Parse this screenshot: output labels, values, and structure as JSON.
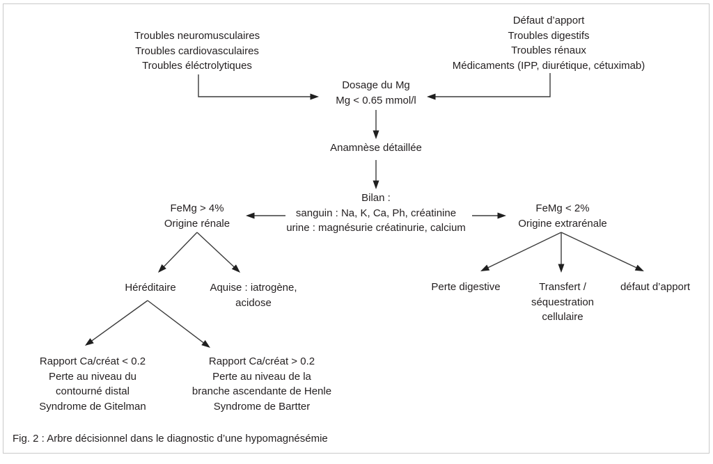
{
  "figure": {
    "caption": "Fig. 2 : Arbre décisionnel dans le diagnostic d’une hypomagnésémie",
    "text_color": "#231f20",
    "line_color": "#3a3a3a",
    "border_color": "#c9c9c9",
    "background": "#ffffff"
  },
  "nodes": {
    "clinical_signs": {
      "lines": [
        "Troubles neuromusculaires",
        "Troubles cardiovasculaires",
        "Troubles éléctrolytiques"
      ]
    },
    "intake_causes": {
      "lines": [
        "Défaut d’apport",
        "Troubles digestifs",
        "Troubles rénaux",
        "Médicaments (IPP, diurétique, cétuximab)"
      ]
    },
    "dosage": {
      "lines": [
        "Dosage du Mg",
        "Mg < 0.65 mmol/l"
      ]
    },
    "anamnese": {
      "lines": [
        "Anamnèse détaillée"
      ]
    },
    "bilan": {
      "lines": [
        "Bilan :",
        "sanguin : Na, K, Ca, Ph, créatinine",
        "urine : magnésurie créatinurie, calcium"
      ]
    },
    "renal": {
      "lines": [
        "FeMg > 4%",
        "Origine rénale"
      ]
    },
    "extrarenal": {
      "lines": [
        "FeMg < 2%",
        "Origine extrarénale"
      ]
    },
    "hereditary": {
      "lines": [
        "Héréditaire"
      ]
    },
    "acquired": {
      "lines": [
        "Aquise : iatrogène,",
        "acidose"
      ]
    },
    "digestive_loss": {
      "lines": [
        "Perte digestive"
      ]
    },
    "transfer": {
      "lines": [
        "Transfert /",
        "séquestration",
        "cellulaire"
      ]
    },
    "intake_deficit": {
      "lines": [
        "défaut d’apport"
      ]
    },
    "gitelman": {
      "lines": [
        "Rapport Ca/créat < 0.2",
        "Perte au niveau du",
        "contourné distal",
        "Syndrome de Gitelman"
      ]
    },
    "bartter": {
      "lines": [
        "Rapport Ca/créat > 0.2",
        "Perte au niveau de la",
        "branche ascendante de Henle",
        "Syndrome de Bartter"
      ]
    }
  }
}
